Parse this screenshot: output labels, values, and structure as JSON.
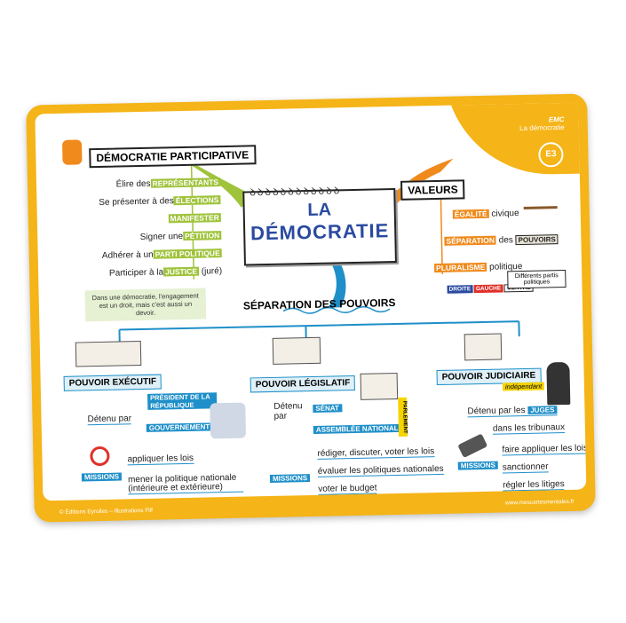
{
  "header": {
    "subject": "EMC",
    "topic": "La démocratie",
    "code": "E3"
  },
  "center": {
    "line1": "LA",
    "line2": "DÉMOCRATIE"
  },
  "participative": {
    "title": "DÉMOCRATIE PARTICIPATIVE",
    "items": [
      {
        "pre": "Élire des",
        "hl": "REPRÉSENTANTS",
        "post": ""
      },
      {
        "pre": "Se présenter à des",
        "hl": "ÉLECTIONS",
        "post": ""
      },
      {
        "pre": "",
        "hl": "MANIFESTER",
        "post": ""
      },
      {
        "pre": "Signer une",
        "hl": "PÉTITION",
        "post": ""
      },
      {
        "pre": "Adhérer à un",
        "hl": "PARTI POLITIQUE",
        "post": ""
      },
      {
        "pre": "Participer à la",
        "hl": "JUSTICE",
        "post": "(juré)"
      }
    ],
    "note": "Dans une démocratie, l'engagement est un droit, mais c'est aussi un devoir."
  },
  "valeurs": {
    "title": "VALEURS",
    "items": [
      {
        "pre": "",
        "hl": "ÉGALITÉ",
        "post": "civique"
      },
      {
        "pre": "",
        "hl": "SÉPARATION",
        "post": "des"
      },
      {
        "pre": "",
        "hl": "PLURALISME",
        "post": "politique"
      }
    ],
    "pouvoirs_word": "POUVOIRS",
    "parties": [
      "DROITE",
      "GAUCHE",
      "CENTRE"
    ],
    "parties_note": "Différents partis politiques"
  },
  "separation": {
    "title": "SÉPARATION DES POUVOIRS"
  },
  "executif": {
    "title": "POUVOIR EXÉCUTIF",
    "detenu": "Détenu par",
    "holders": [
      "PRÉSIDENT DE LA RÉPUBLIQUE",
      "GOUVERNEMENT"
    ],
    "missions_label": "MISSIONS",
    "missions": [
      "appliquer les lois",
      "mener la politique nationale (intérieure et extérieure)"
    ]
  },
  "legislatif": {
    "title": "POUVOIR LÉGISLATIF",
    "detenu": "Détenu par",
    "holders": [
      "SÉNAT",
      "ASSEMBLÉE NATIONALE"
    ],
    "parlement": "PARLEMENT",
    "missions_label": "MISSIONS",
    "missions": [
      "rédiger, discuter, voter les lois",
      "évaluer les politiques nationales",
      "voter le budget"
    ]
  },
  "judiciaire": {
    "title": "POUVOIR JUDICIAIRE",
    "badge": "indépendant",
    "detenu": "Détenu par les",
    "holder": "JUGES",
    "tribunaux": "dans les tribunaux",
    "missions_label": "MISSIONS",
    "missions": [
      "faire appliquer les lois",
      "sanctionner",
      "régler les litiges"
    ]
  },
  "footer": {
    "left": "© Éditions Eyrolles – Illustrations Flif",
    "right": "www.mescartesmentales.fr"
  },
  "colors": {
    "yellow": "#f5b417",
    "green": "#9fc33b",
    "orange": "#f08a1c",
    "blue": "#1e8fc9",
    "red": "#e0312b",
    "navy": "#2a4aa0"
  }
}
